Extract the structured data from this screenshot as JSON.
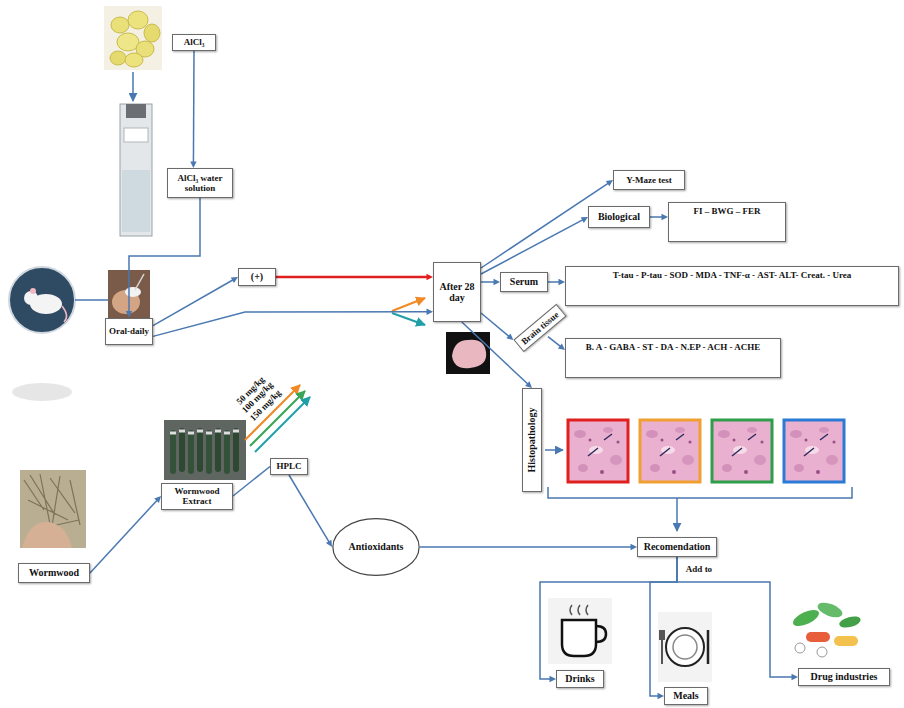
{
  "diagram": {
    "nodes": [
      {
        "text": [
          "AlCl₃"
        ]
      },
      {
        "text": [
          "AlCl₃ water solution"
        ]
      },
      {
        "text": [
          "Oral-daily"
        ]
      },
      {
        "text": [
          "(+)"
        ]
      },
      {
        "text": [
          "Wormwood Extract"
        ]
      },
      {
        "text": [
          "Wormwood"
        ]
      },
      {
        "text": [
          "HPLC"
        ]
      },
      {
        "text": [
          "Antioxidants"
        ]
      },
      {
        "text": [
          "Y-Maze test"
        ]
      },
      {
        "text": [
          "Biological"
        ]
      },
      {
        "text": [
          "FI – BWG – FER"
        ]
      },
      {
        "text": [
          "After 28 day"
        ]
      },
      {
        "text": [
          "Serum"
        ]
      },
      {
        "text": [
          "T-tau - P-tau - SOD - MDA - TNF-α - AST- ALT- Creat. - Urea"
        ]
      },
      {
        "text": [
          "Brain tissue"
        ]
      },
      {
        "text": [
          "B. A - GABA - ST - DA - N.EP - ACH - ACHE"
        ]
      },
      {
        "text": [
          "Histopathology"
        ]
      },
      {
        "text": [
          "Recomendation"
        ]
      },
      {
        "text": [
          "Drinks"
        ]
      },
      {
        "text": [
          "Meals"
        ]
      },
      {
        "text": [
          "Drug industries"
        ]
      }
    ],
    "edges": [
      {
        "from": 0,
        "to": 1,
        "arrow": "to"
      },
      {
        "from": 1,
        "to": 2,
        "arrow": "to"
      },
      {
        "from": 2,
        "to": 3,
        "arrow": "to"
      },
      {
        "from": 3,
        "to": 11,
        "arrow": "to"
      },
      {
        "from": 2,
        "to": 11,
        "arrow": "to"
      },
      {
        "from": 5,
        "to": 4,
        "arrow": "to"
      },
      {
        "from": 4,
        "to": 6,
        "arrow": "none"
      },
      {
        "from": 6,
        "to": 7,
        "arrow": "to"
      },
      {
        "from": 11,
        "to": 8,
        "arrow": "to"
      },
      {
        "from": 11,
        "to": 9,
        "arrow": "to"
      },
      {
        "from": 9,
        "to": 10,
        "arrow": "to"
      },
      {
        "from": 11,
        "to": 12,
        "arrow": "to"
      },
      {
        "from": 12,
        "to": 13,
        "arrow": "to"
      },
      {
        "from": 11,
        "to": 14,
        "arrow": "to"
      },
      {
        "from": 14,
        "to": 15,
        "arrow": "to"
      },
      {
        "from": 11,
        "to": 16,
        "arrow": "to"
      },
      {
        "from": 7,
        "to": 17,
        "arrow": "to"
      },
      {
        "from": 17,
        "to": 18,
        "arrow": "to"
      },
      {
        "from": 17,
        "to": 19,
        "arrow": "to"
      },
      {
        "from": 17,
        "to": 20,
        "arrow": "to"
      }
    ],
    "labels": [
      "50 mg/kg",
      "100 mg/kg",
      "150 mg/kg",
      "Add to"
    ]
  }
}
